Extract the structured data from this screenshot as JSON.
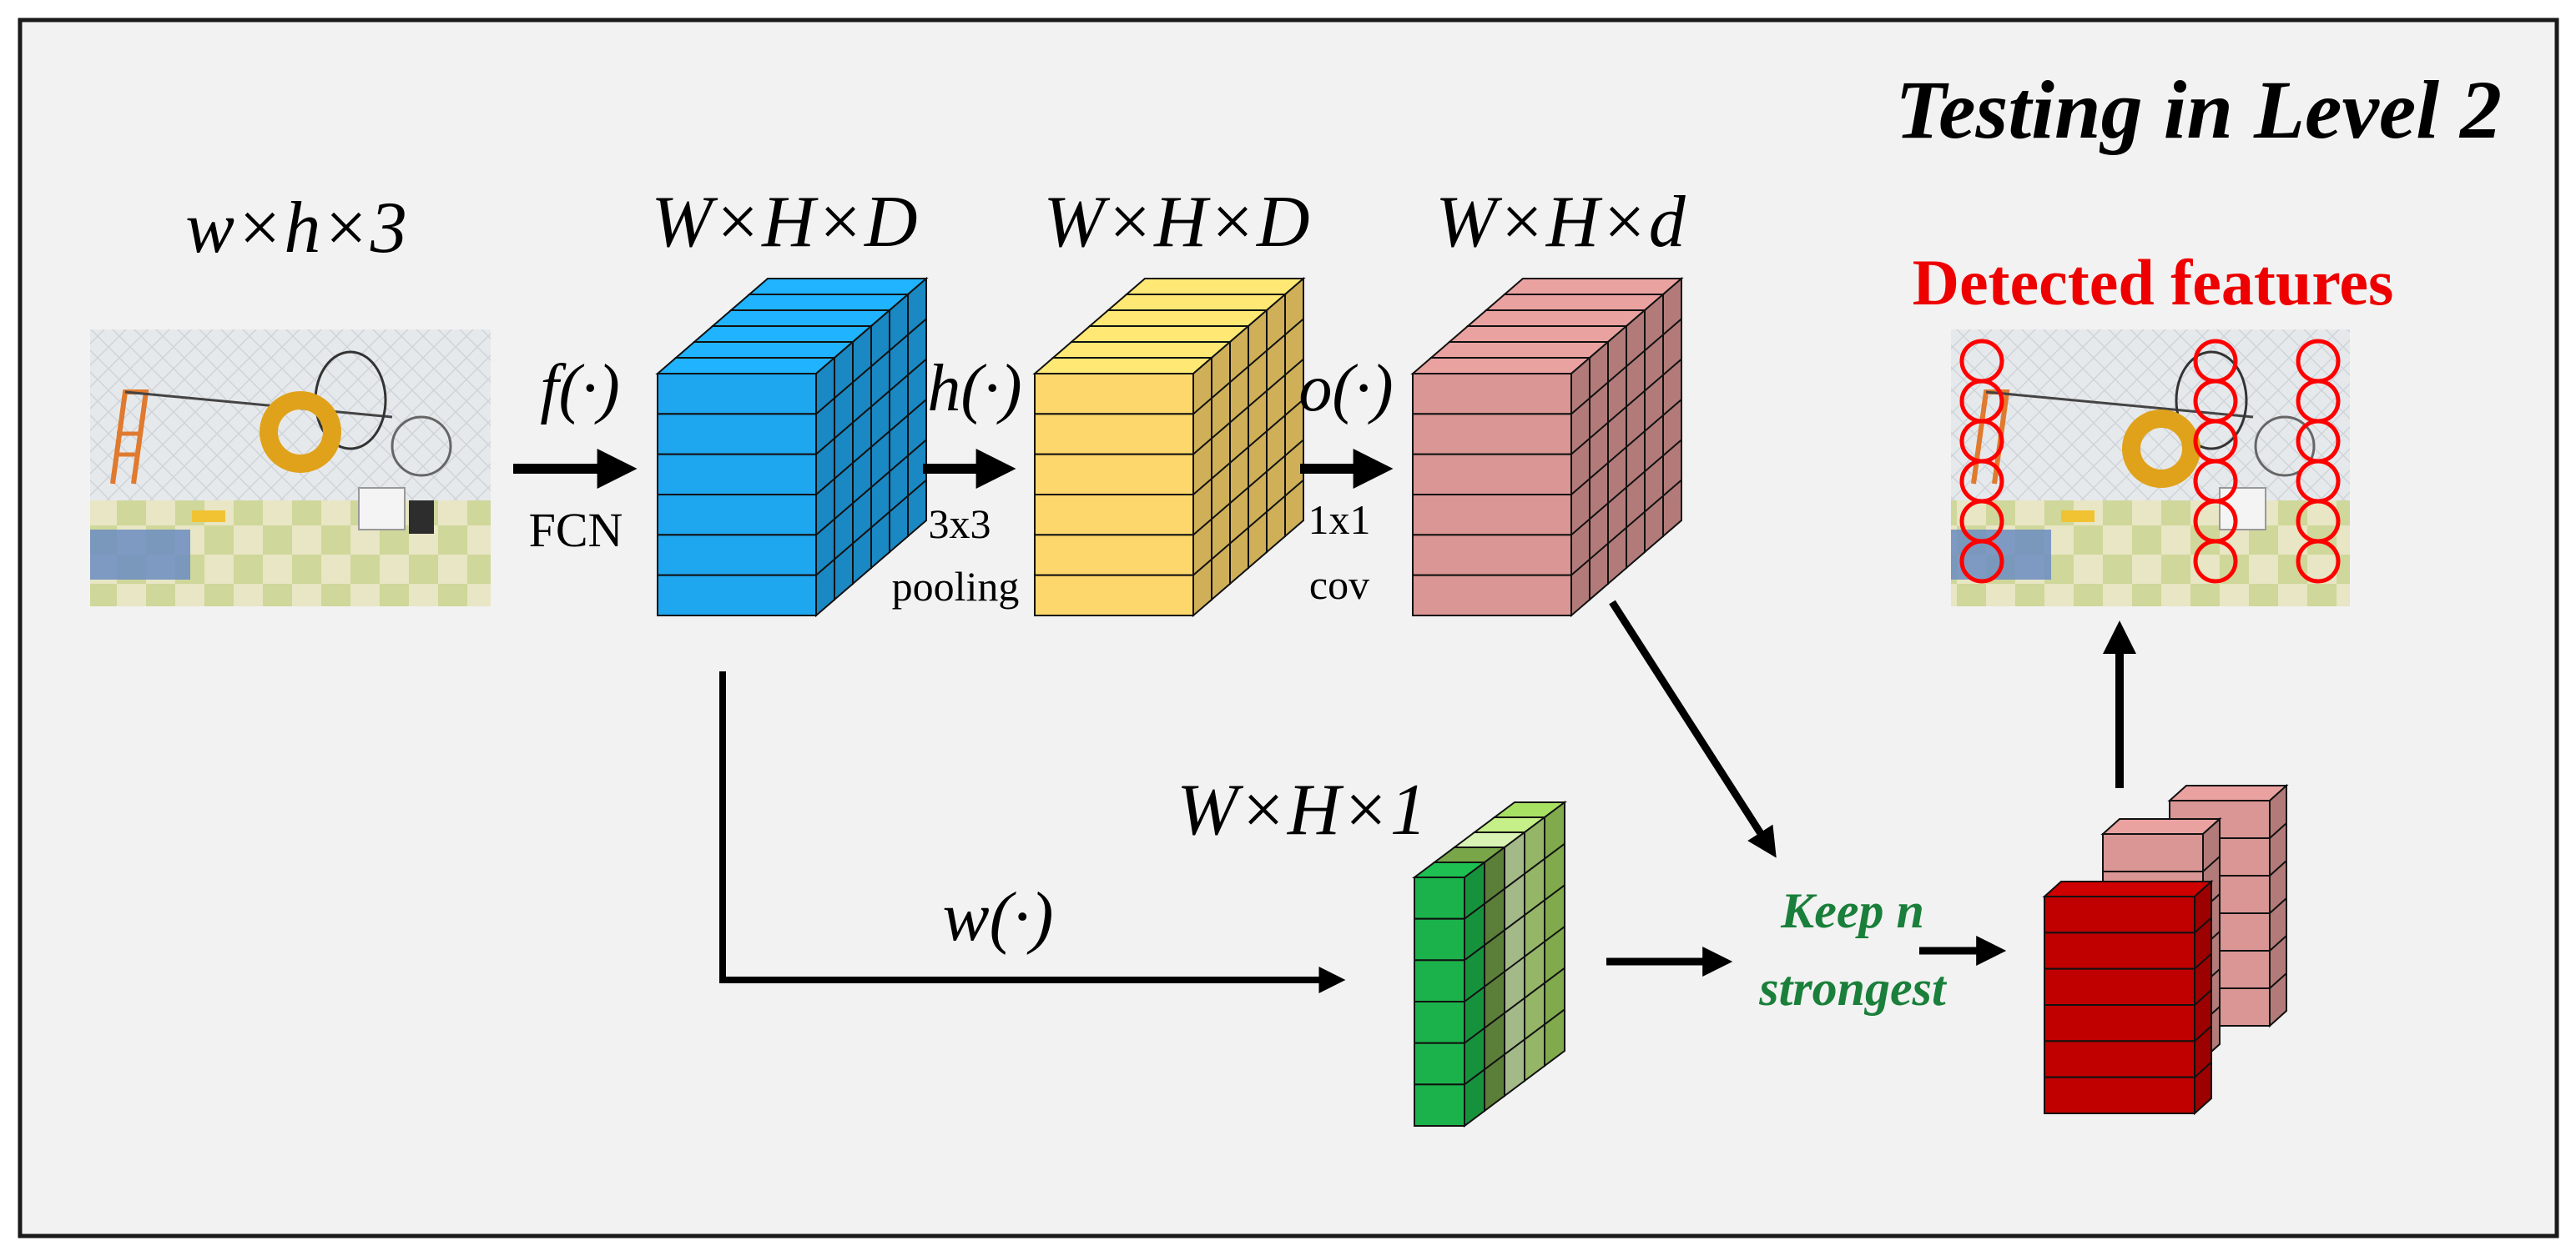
{
  "title": "Testing in Level 2",
  "detected_label": "Detected features",
  "input_dims": "w×h×3",
  "stage1": {
    "dims": "W×H×D",
    "op": "f(·)",
    "op_caption": "FCN"
  },
  "stage2": {
    "dims": "W×H×D",
    "op": "h(·)",
    "op_caption_1": "3x3",
    "op_caption_2": "pooling"
  },
  "stage3": {
    "dims": "W×H×d",
    "op": "o(·)",
    "op_caption_1": "1x1",
    "op_caption_2": "cov"
  },
  "weight": {
    "dims": "W×H×1",
    "op": "w(·)"
  },
  "keep": {
    "line1": "Keep n",
    "line2": "strongest"
  },
  "colors": {
    "frame": "#1a1a1a",
    "background": "#f2f2f2",
    "blue": "#1ea6ee",
    "yellow": "#fdd76b",
    "pink": "#d99694",
    "green": "#1bb24b",
    "light_green": "#b6dd7d",
    "red": "#c00000",
    "title_red": "#ee0000",
    "keep_green": "#1a7f3a"
  }
}
